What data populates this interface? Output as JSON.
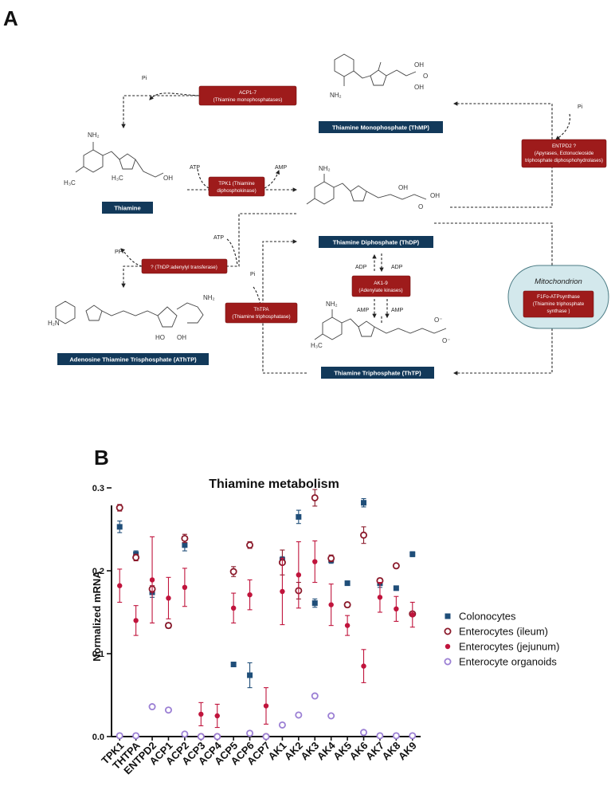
{
  "panels": {
    "a": "A",
    "b": "B"
  },
  "diagram": {
    "compounds": {
      "thmp": "Thiamine Monophosphate (ThMP)",
      "thiamine": "Thiamine",
      "thdp": "Thiamine Diphosphate (ThDP)",
      "athtp": "Adenosine Thiamine Trisphosphate (AThTP)",
      "thtp": "Thiamine Triphosphate (ThTP)"
    },
    "enzymes": {
      "acp": [
        "ACP1-7",
        "(Thiamine monophosphatases)"
      ],
      "tpk": [
        "TPK1 (Thiamine",
        "diphosphokinase)"
      ],
      "thdp_at": [
        "? (ThDP:adenylyl transferase)"
      ],
      "ak": [
        "AK1-9",
        "(Adenylate kinases)"
      ],
      "thtpa": [
        "ThTPA",
        "(Thiamine triphosphatase)"
      ],
      "entpd": [
        "ENTPD2 ?",
        "(Apyrases, Ectonucleoside",
        "triphosphate diphosphohydrolases)"
      ],
      "f1fo": [
        "F1Fo-ATPsynthase",
        "(Thiamine triphosphate",
        "synthase )"
      ]
    },
    "cofactors": {
      "pi1": "Pi",
      "atp1": "ATP",
      "amp1": "AMP",
      "atp2": "ATP",
      "ppi": "PPi",
      "pi2": "Pi",
      "adp_l": "ADP",
      "adp_r": "ADP",
      "amp_l": "AMP",
      "amp_r": "AMP",
      "pi3": "Pi"
    },
    "mitochondrion": "Mitochondrion"
  },
  "chart_data": {
    "type": "scatter",
    "title": "Thiamine metabolism",
    "xlabel": "",
    "ylabel": "Normalized mRNA",
    "ylim": [
      0,
      0.3
    ],
    "yticks": [
      "0.0",
      "0.1",
      "0.2",
      "0.3"
    ],
    "categories": [
      "TPK1",
      "THTPA",
      "ENTPD2",
      "ACP1",
      "ACP2",
      "ACP3",
      "ACP4",
      "ACP5",
      "ACP6",
      "ACP7",
      "AK1",
      "AK2",
      "AK3",
      "AK4",
      "AK5",
      "AK6",
      "AK7",
      "AK8",
      "AK9"
    ],
    "legend_position": "right",
    "series": [
      {
        "name": "Colonocytes",
        "marker": "square",
        "color": "#1f4e79",
        "values": [
          0.253,
          0.22,
          0.174,
          0.134,
          0.231,
          null,
          null,
          0.087,
          0.074,
          null,
          0.213,
          0.265,
          0.161,
          0.213,
          0.185,
          0.282,
          0.185,
          0.179,
          0.22
        ],
        "errors": [
          0.007,
          0.004,
          0.006,
          0.003,
          0.007,
          null,
          null,
          0.002,
          0.015,
          null,
          0.004,
          0.008,
          0.005,
          0.004,
          0.002,
          0.005,
          0.005,
          0.002,
          0.003
        ]
      },
      {
        "name": "Enterocytes (ileum)",
        "marker": "open-circle",
        "color": "#8b1a2b",
        "values": [
          0.276,
          0.216,
          0.178,
          0.134,
          0.239,
          0.0,
          0.0,
          0.199,
          0.231,
          0.0,
          0.21,
          0.176,
          0.288,
          0.215,
          0.159,
          0.243,
          0.188,
          0.206,
          0.148
        ],
        "errors": [
          0.004,
          0.004,
          0.004,
          0.002,
          0.005,
          null,
          null,
          0.006,
          0.004,
          null,
          0.015,
          0.01,
          0.01,
          0.004,
          0.003,
          0.01,
          0.003,
          0.002,
          0.002
        ]
      },
      {
        "name": "Enterocytes (jejunum)",
        "marker": "filled-circle",
        "color": "#c0143c",
        "values": [
          0.182,
          0.14,
          0.189,
          0.167,
          0.18,
          0.027,
          0.025,
          0.155,
          0.171,
          0.037,
          0.175,
          0.195,
          0.211,
          0.159,
          0.134,
          0.085,
          0.168,
          0.154,
          0.147
        ],
        "errors": [
          0.02,
          0.018,
          0.052,
          0.025,
          0.023,
          0.014,
          0.014,
          0.018,
          0.018,
          0.022,
          0.04,
          0.04,
          0.025,
          0.025,
          0.012,
          0.02,
          0.018,
          0.015,
          0.015
        ]
      },
      {
        "name": "Enterocyte organoids",
        "marker": "open-circle",
        "color": "#9b7fd4",
        "values": [
          0.001,
          0.001,
          0.036,
          0.032,
          0.003,
          0.0,
          0.0,
          null,
          0.004,
          0.0,
          0.014,
          0.026,
          0.049,
          0.025,
          null,
          0.005,
          0.001,
          0.001,
          0.001
        ],
        "errors": [
          null,
          null,
          null,
          null,
          null,
          null,
          null,
          null,
          null,
          null,
          null,
          null,
          null,
          null,
          null,
          null,
          null,
          null,
          null
        ]
      }
    ]
  }
}
